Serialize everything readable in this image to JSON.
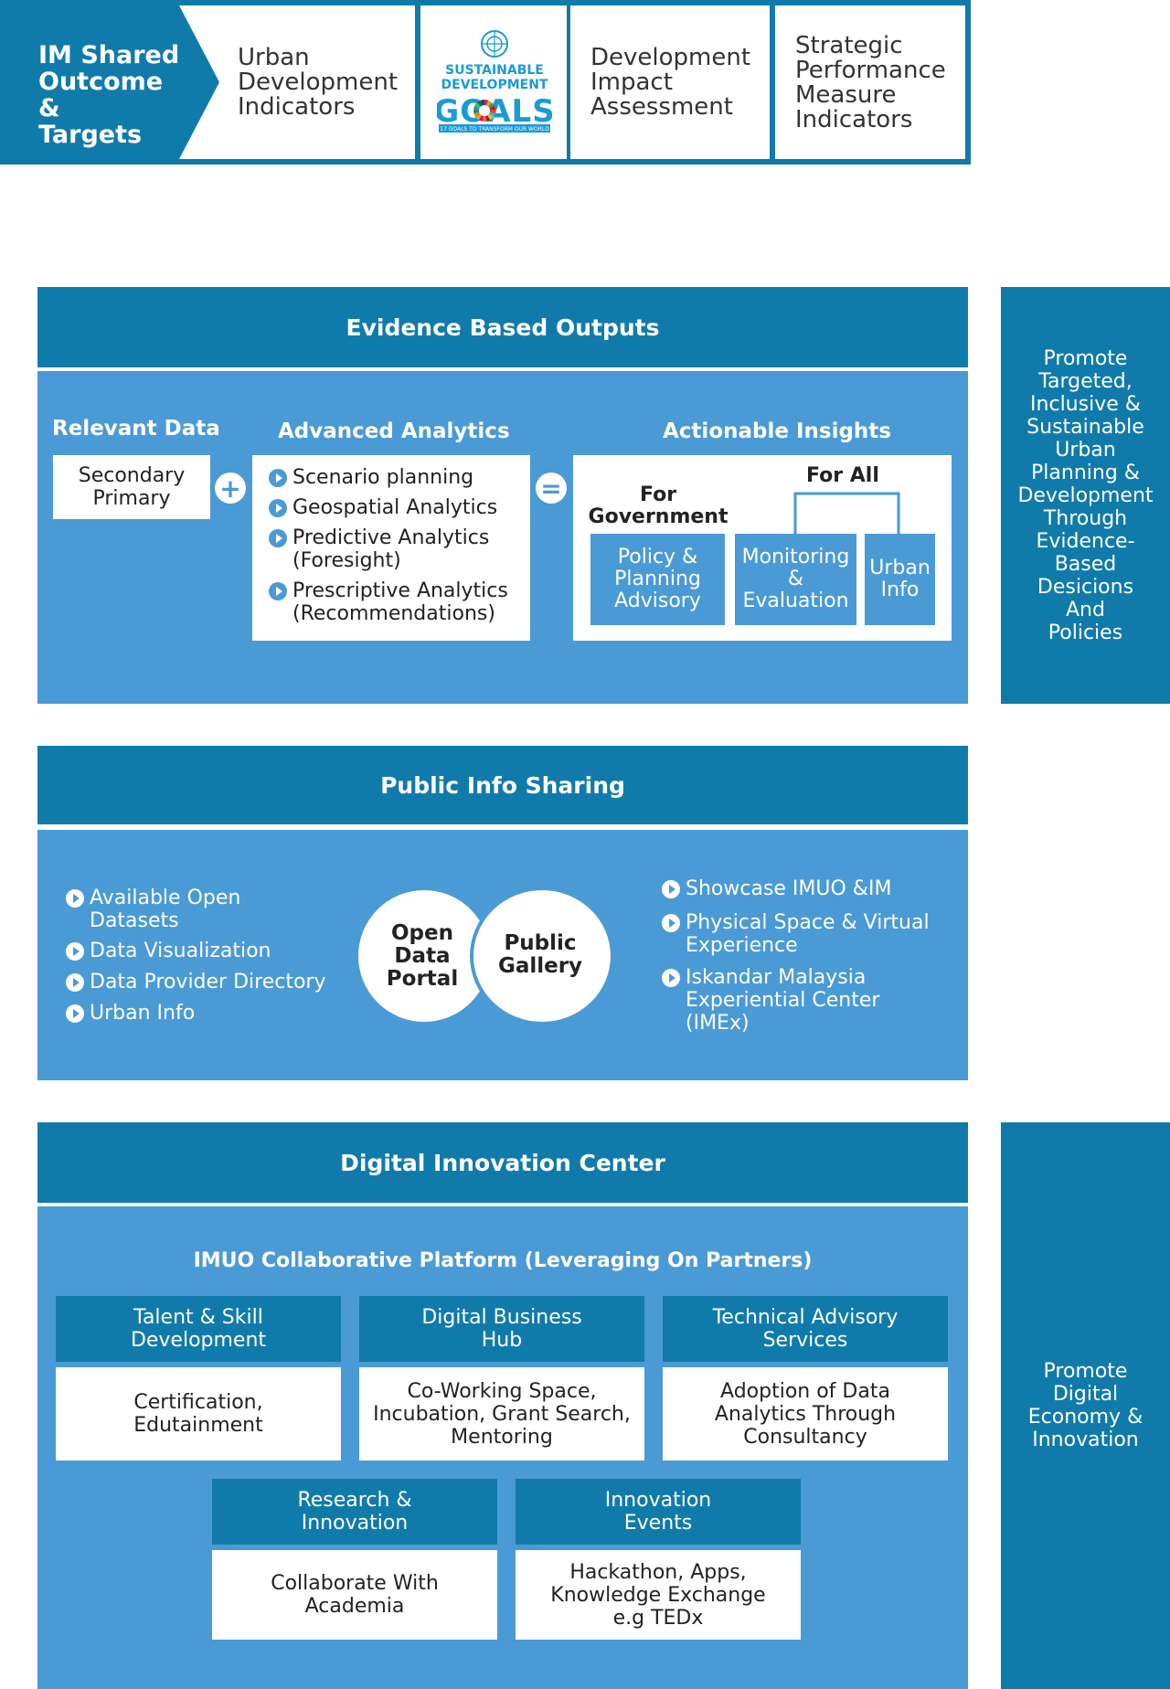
{
  "top_bar": {
    "arrow_label": "IM Shared\nOutcome &\nTargets",
    "items": [
      "Urban\nDevelopment\nIndicators",
      "Development\nImpact\nAssessment",
      "Strategic\nPerformance\nMeasure\nIndicators"
    ],
    "sdg_logo": {
      "line1": "SUSTAINABLE",
      "line2": "DEVELOPMENT",
      "word": "GOALS",
      "tagline": "17 GOALS TO TRANSFORM OUR WORLD",
      "colors": [
        "#e5243b",
        "#dda63a",
        "#4c9f38",
        "#c5192d",
        "#ff3a21",
        "#26bde2",
        "#fcc30b",
        "#a21942",
        "#fd6925",
        "#dd1367",
        "#fd9d24",
        "#bf8b2e",
        "#3f7e44",
        "#0a97d9",
        "#56c02b",
        "#00689d",
        "#19486a"
      ]
    }
  },
  "evidence": {
    "header": "Evidence Based Outputs",
    "side_text": "Promote\nTargeted,\nInclusive &\nSustainable\nUrban\nPlanning &\nDevelopment\nThrough\nEvidence-\nBased\nDesicions\nAnd\nPolicies",
    "relevant_data": {
      "title": "Relevant Data",
      "box": "Secondary\nPrimary"
    },
    "plus": "+",
    "equals": "=",
    "advanced_analytics": {
      "title": "Advanced Analytics",
      "items": [
        "Scenario planning",
        "Geospatial Analytics",
        "Predictive Analytics\n(Foresight)",
        "Prescriptive Analytics\n(Recommendations)"
      ]
    },
    "actionable_insights": {
      "title": "Actionable Insights",
      "for_government": "For\nGovernment",
      "for_all": "For All",
      "boxes": [
        "Policy &\nPlanning\nAdvisory",
        "Monitoring\n&\nEvaluation",
        "Urban\nInfo"
      ]
    }
  },
  "public_info": {
    "header": "Public Info Sharing",
    "left_items": [
      "Available Open\nDatasets",
      "Data Visualization",
      "Data Provider Directory",
      "Urban Info"
    ],
    "circle_left": "Open\nData\nPortal",
    "circle_right": "Public\nGallery",
    "right_items": [
      "Showcase IMUO &IM",
      "Physical Space & Virtual\nExperience",
      "Iskandar Malaysia\nExperiential Center\n(IMEx)"
    ]
  },
  "digital": {
    "header": "Digital Innovation Center",
    "side_text": "Promote\nDigital\nEconomy &\nInnovation",
    "platform_title": "IMUO Collaborative Platform (Leveraging On Partners)",
    "cards": [
      {
        "head": "Talent & Skill\nDevelopment",
        "body": "Certification,\nEdutainment"
      },
      {
        "head": "Digital Business\nHub",
        "body": "Co-Working Space,\nIncubation, Grant Search,\nMentoring"
      },
      {
        "head": "Technical Advisory\nServices",
        "body": "Adoption of Data\nAnalytics Through\nConsultancy"
      },
      {
        "head": "Research &\nInnovation",
        "body": "Collaborate With\nAcademia"
      },
      {
        "head": "Innovation\nEvents",
        "body": "Hackathon, Apps,\nKnowledge Exchange\ne.g TEDx"
      }
    ]
  }
}
